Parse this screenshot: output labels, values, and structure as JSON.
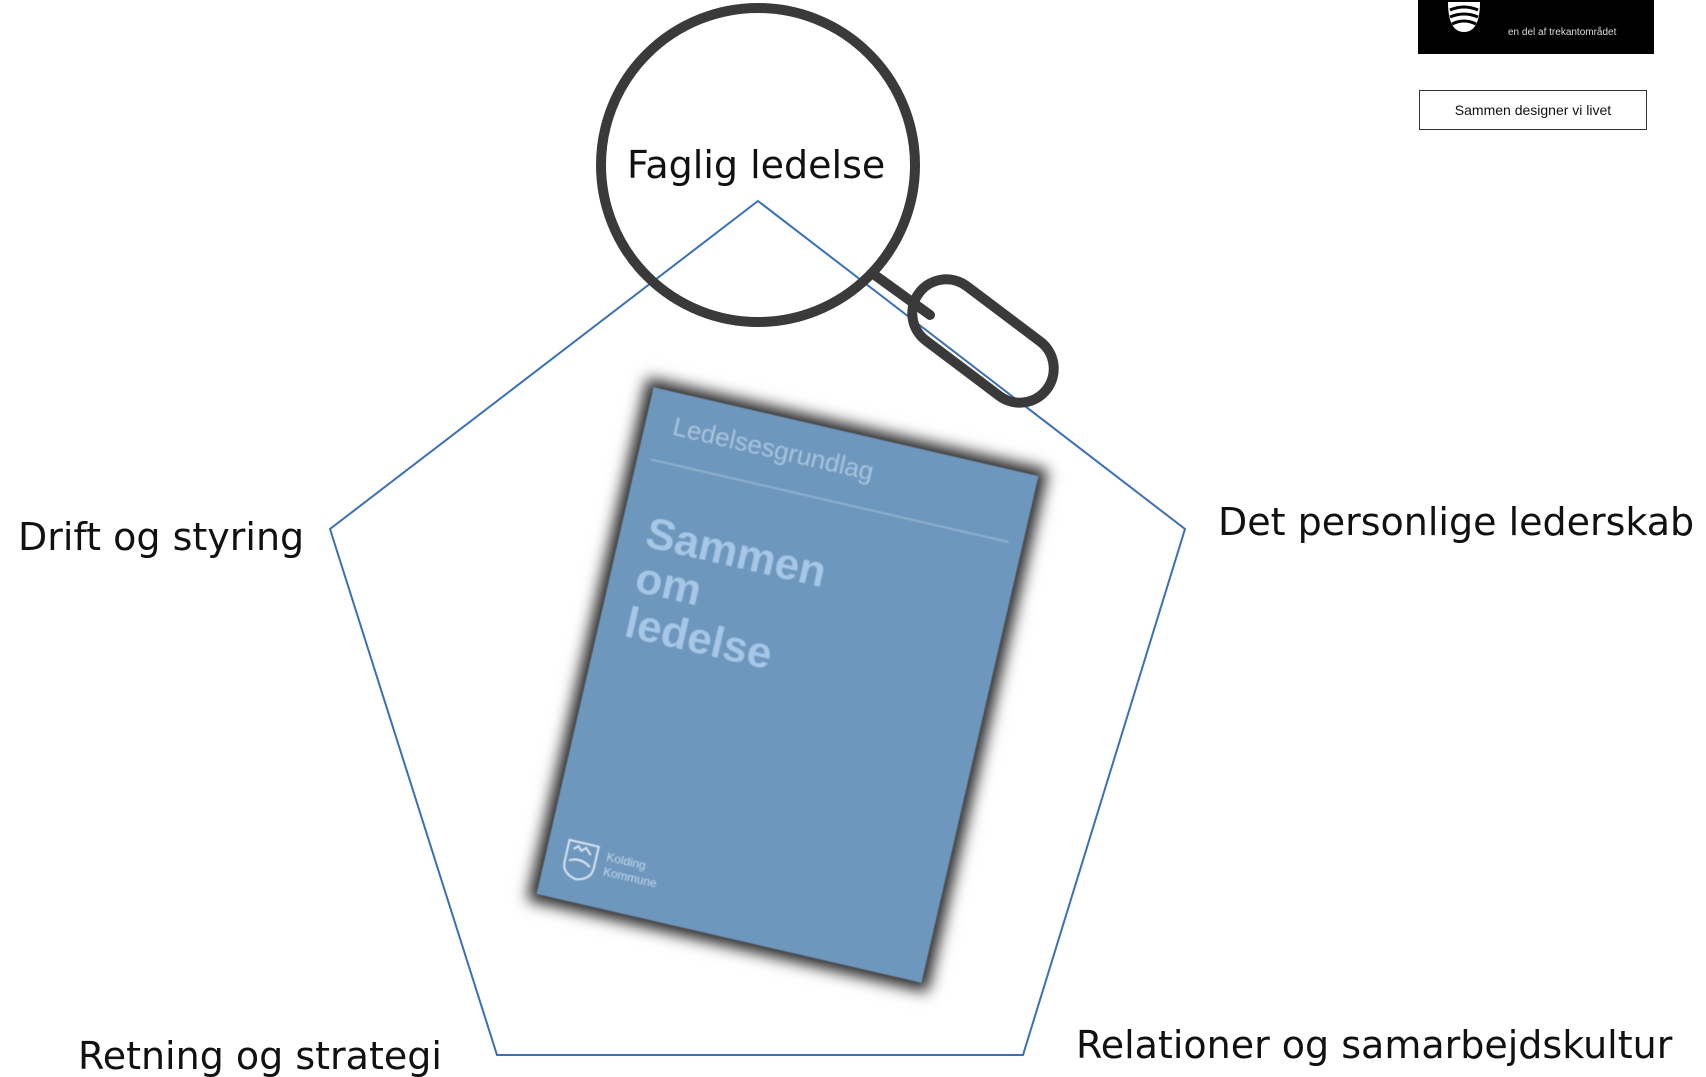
{
  "diagram": {
    "center_label": "Faglig ledelse",
    "labels": {
      "left": "Drift og styring",
      "right": "Det personlige lederskab",
      "bottom_left": "Retning og strategi",
      "bottom_right": "Relationer og samarbejdskultur"
    },
    "colors": {
      "pentagon_stroke": "#3b6fb6",
      "magnifier_stroke": "#3a3a3a",
      "book_cover": "#6e97bd"
    }
  },
  "book": {
    "subtitle": "Ledelsesgrundlag",
    "title_lines": [
      "Sammen",
      "om",
      "ledelse"
    ],
    "org_lines": [
      "Kolding",
      "Kommune"
    ]
  },
  "branding": {
    "logo_text": "en del af trekantområdet",
    "tagline": "Sammen designer vi livet"
  }
}
